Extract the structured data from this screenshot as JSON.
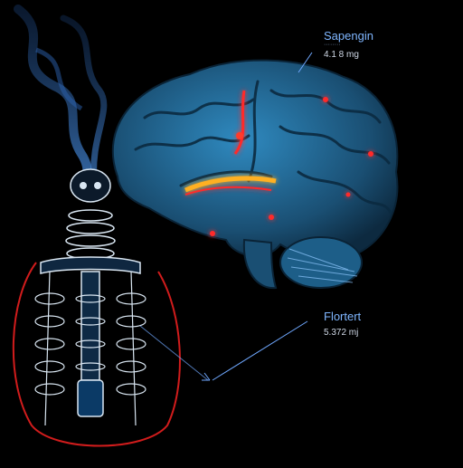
{
  "labels": {
    "top": {
      "title": "Sapengin",
      "subtitle": "4.1 8 mg",
      "caption": "········"
    },
    "bottom": {
      "title": "Flortert",
      "subtitle": "5.372 mj"
    }
  },
  "colors": {
    "background": "#000000",
    "brain": "#1f5f86",
    "brain_highlight": "#2f8ac0",
    "glow_red": "#ff2b2b",
    "glow_orange": "#ffb020",
    "smoke": "#3b7fd6",
    "device_line": "#d9e6f2",
    "outline_red": "#d11c1c"
  },
  "icons": {
    "smoke": "smoke-plume-icon",
    "brain": "brain-illustration",
    "device": "spinal-device-illustration"
  }
}
